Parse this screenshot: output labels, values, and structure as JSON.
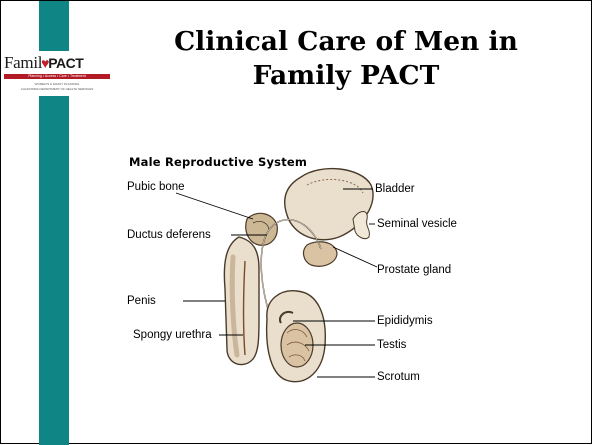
{
  "logo": {
    "name_prefix": "Famil",
    "name_suffix": "PACT",
    "tagline": "Planning • Access • Care • Treatment",
    "fine_line_1": "WOMEN'S & FAMILY PLANNING",
    "fine_line_2": "CALIFORNIA DEPARTMENT OF HEALTH SERVICES"
  },
  "slide": {
    "title_line_1": "Clinical Care of Men in",
    "title_line_2": "Family PACT"
  },
  "diagram": {
    "title": "Male Reproductive System",
    "labels": {
      "pubic_bone": "Pubic bone",
      "ductus_deferens": "Ductus deferens",
      "penis": "Penis",
      "spongy_urethra": "Spongy urethra",
      "bladder": "Bladder",
      "seminal_vesicle": "Seminal vesicle",
      "prostate_gland": "Prostate gland",
      "epididymis": "Epididymis",
      "testis": "Testis",
      "scrotum": "Scrotum"
    }
  },
  "colors": {
    "teal_bar": "#0f8585",
    "logo_red": "#b21b26",
    "anatomy_fill": "#e9dfcc",
    "anatomy_shade": "#b89a7a"
  }
}
